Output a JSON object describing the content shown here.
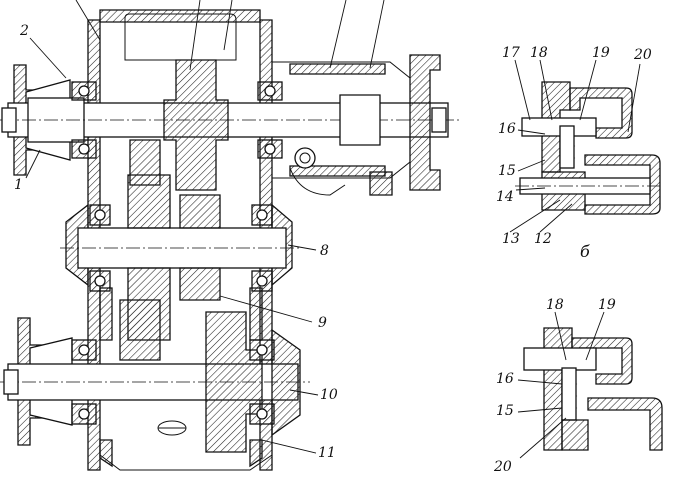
{
  "labels": {
    "l1": "1",
    "l2": "2",
    "l8": "8",
    "l9": "9",
    "l10": "10",
    "l11": "11",
    "b_17": "17",
    "b_18": "18",
    "b_19": "19",
    "b_20": "20",
    "b_16": "16",
    "b_15": "15",
    "b_14": "14",
    "b_13": "13",
    "b_12": "12",
    "b_variant": "б",
    "c_18": "18",
    "c_19": "19",
    "c_16": "16",
    "c_15": "15",
    "c_20": "20"
  }
}
